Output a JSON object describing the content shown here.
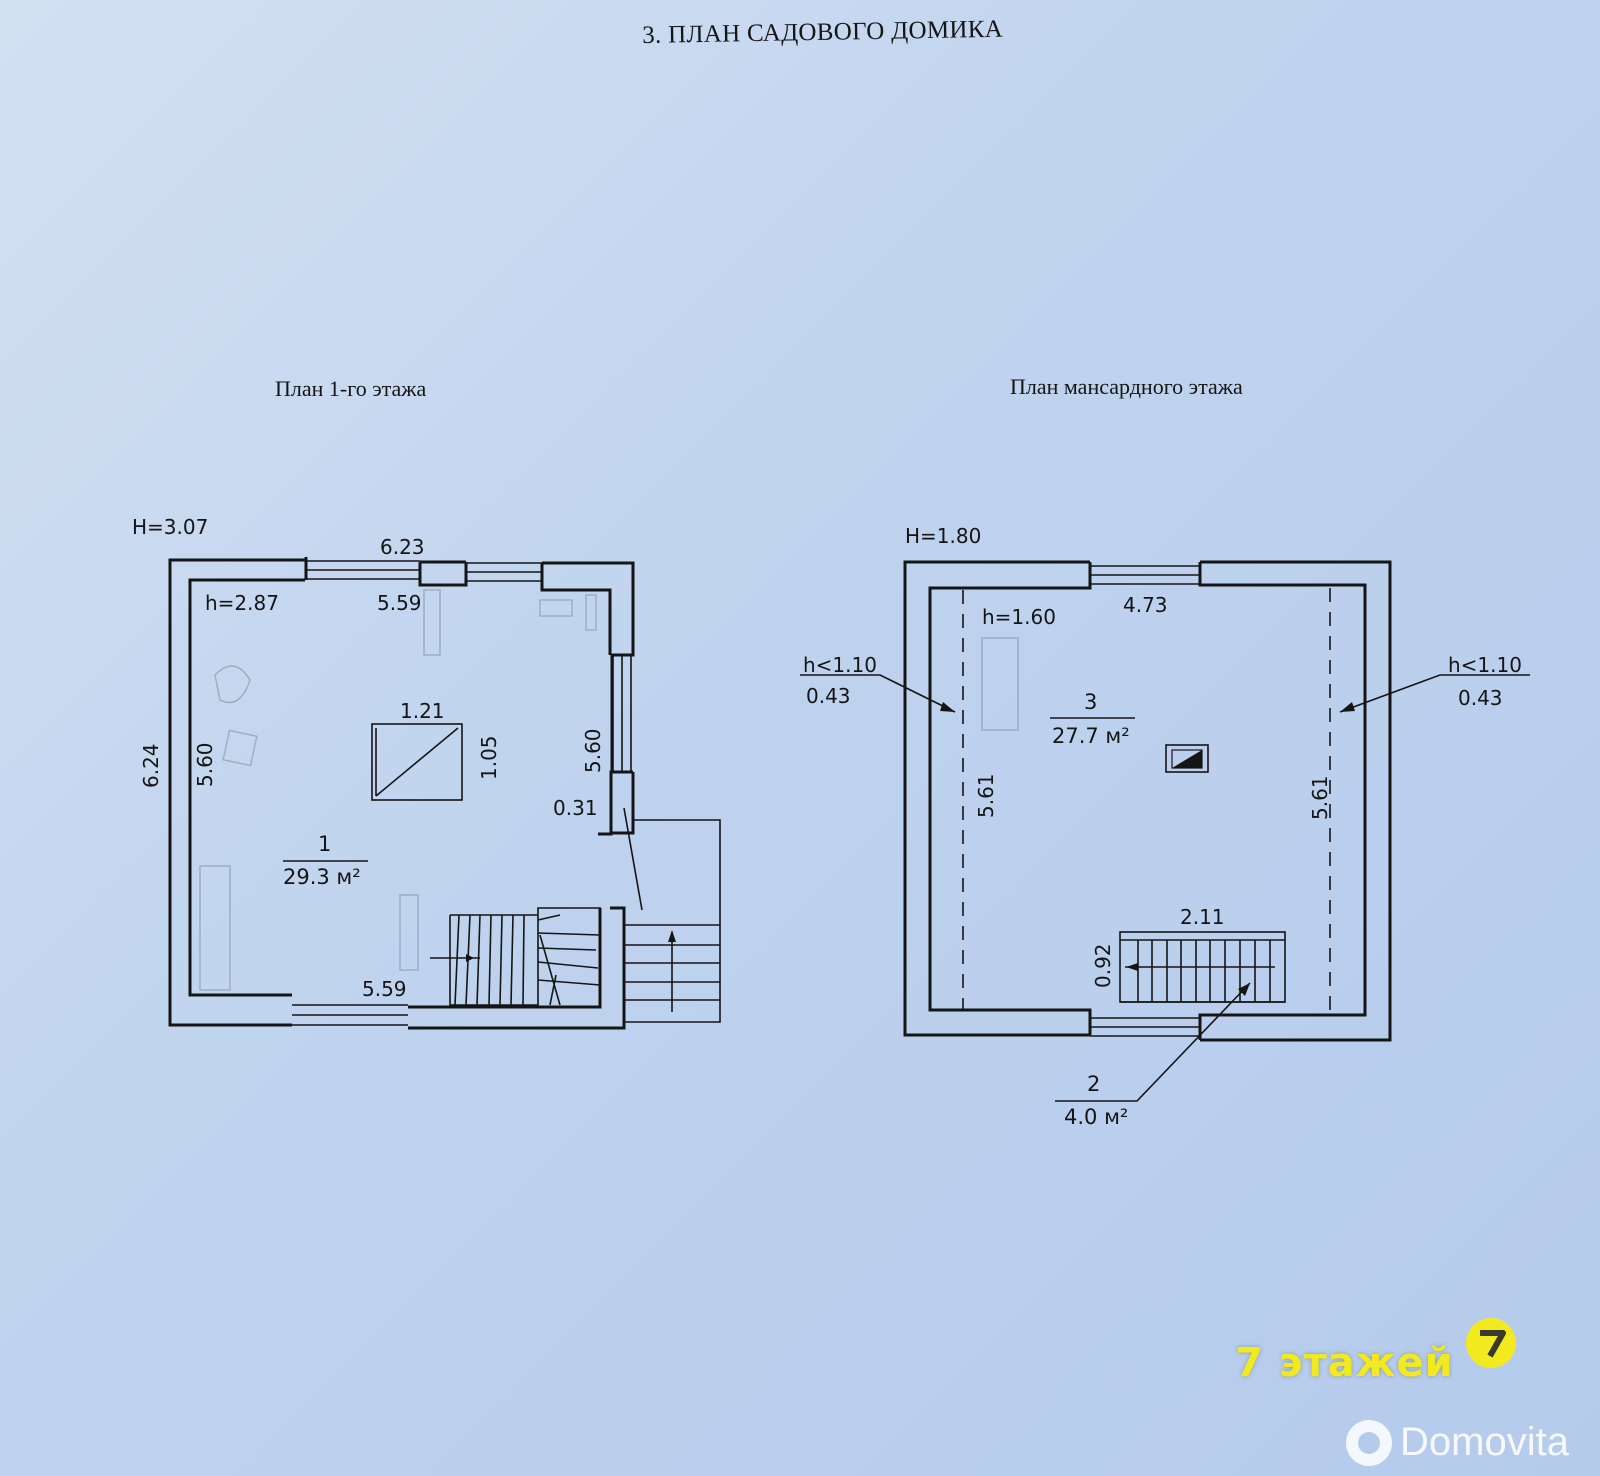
{
  "title": "3. ПЛАН САДОВОГО ДОМИКА",
  "floor1": {
    "label": "План 1-го этажа",
    "outer_height": "H=3.07",
    "inner_height": "h=2.87",
    "dims": {
      "top_outer": "6.23",
      "top_inner": "5.59",
      "bottom_inner": "5.59",
      "left_outer": "6.24",
      "left_inner": "5.60",
      "right_inner": "5.60",
      "stove_w": "1.21",
      "stove_h": "1.05",
      "wall_thk": "0.31"
    },
    "room": {
      "number": "1",
      "area": "29.3 м²"
    }
  },
  "floor2": {
    "label": "План мансардного этажа",
    "outer_height": "H=1.80",
    "inner_height": "h=1.60",
    "dims": {
      "top_inner": "4.73",
      "left_inner": "5.61",
      "right_inner": "5.61",
      "stair_w": "2.11",
      "stair_h": "0.92"
    },
    "left_low": {
      "height": "h<1.10",
      "width": "0.43"
    },
    "right_low": {
      "height": "h<1.10",
      "width": "0.43"
    },
    "room3": {
      "number": "3",
      "area": "27.7 м²"
    },
    "room2": {
      "number": "2",
      "area": "4.0 м²"
    }
  },
  "watermark": {
    "brand": "7 этажей",
    "logo": "domovita-logo"
  }
}
